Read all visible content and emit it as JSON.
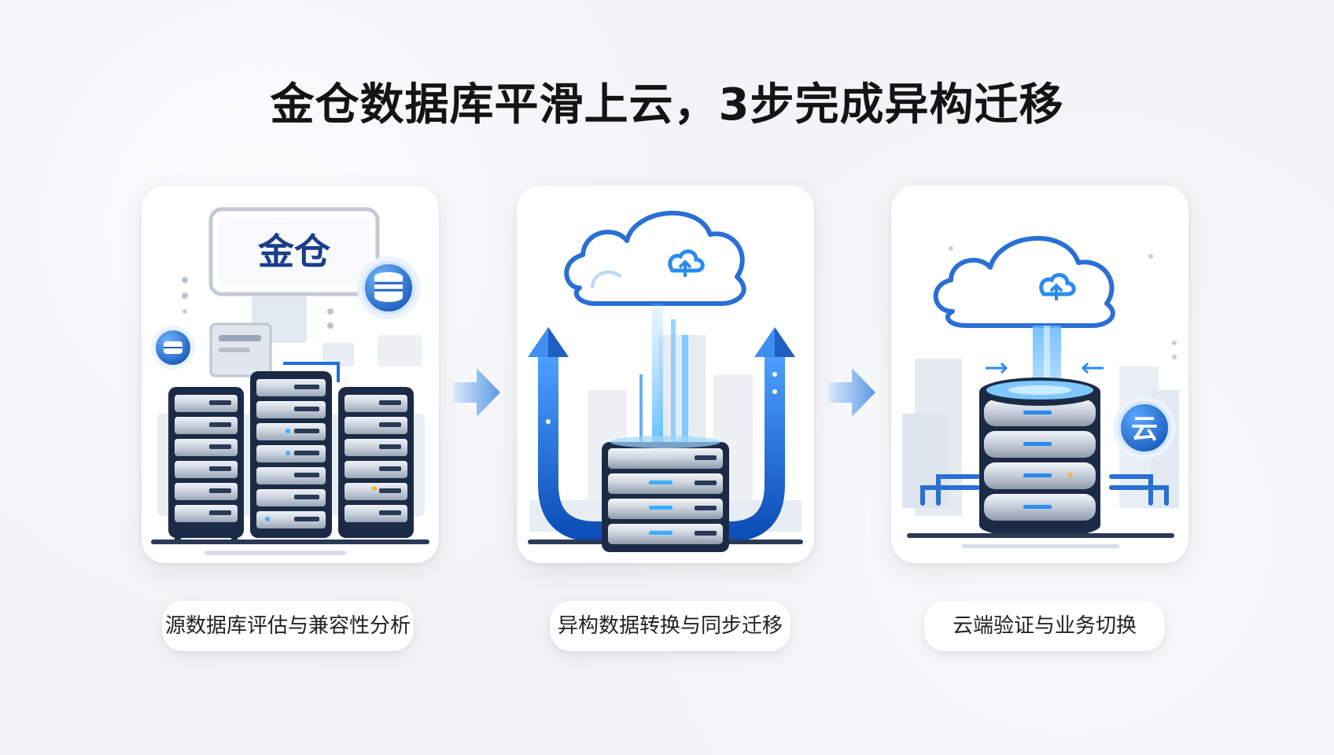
{
  "title": "金仓数据库平滑上云，3步完成异构迁移",
  "steps": [
    {
      "caption": "源数据库评估与兼容性分析",
      "badge_text": "金仓",
      "icon": "server-rack-icon"
    },
    {
      "caption": "异构数据转换与同步迁移",
      "icon": "cloud-upload-icon"
    },
    {
      "caption": "云端验证与业务切换",
      "badge_text": "云",
      "icon": "cloud-database-icon"
    }
  ],
  "colors": {
    "primary_blue": "#1e6fd9",
    "dark_navy": "#1c2b45",
    "light_blue": "#8fc3f5",
    "background": "#f2f3f6"
  }
}
